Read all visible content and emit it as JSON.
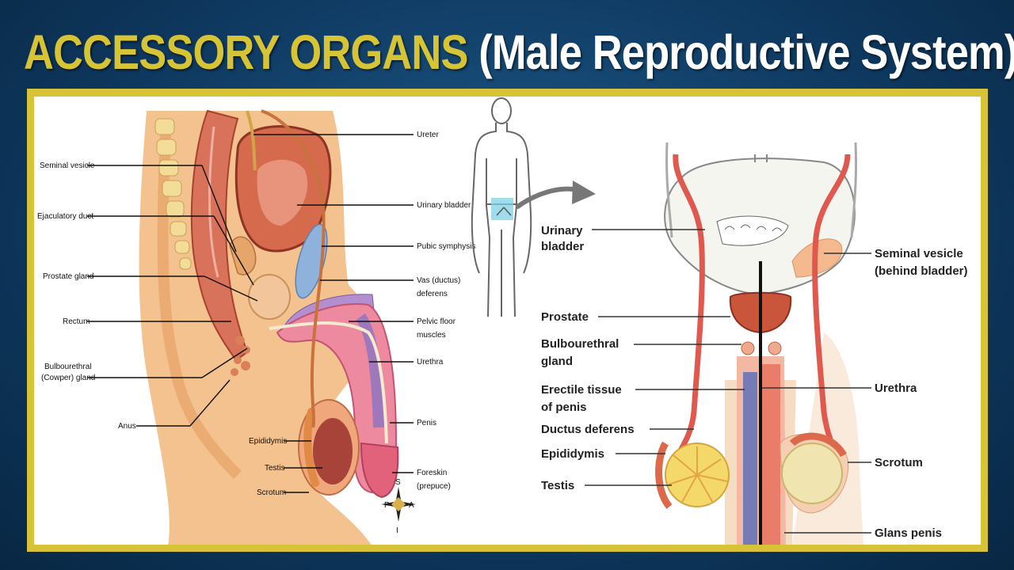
{
  "title": {
    "accent": "ACCESSORY ORGANS",
    "main": "(Male Reproductive System)"
  },
  "colors": {
    "background": "#0f3a62",
    "title_accent": "#d6c436",
    "title_main": "#ffffff",
    "frame": "#d8c338"
  },
  "left_diagram": {
    "left_labels": {
      "seminal_vesicle": "Seminal vesicle",
      "ejaculatory_duct": "Ejaculatory duct",
      "prostate_gland": "Prostate gland",
      "rectum": "Rectum",
      "bulbourethral_1": "Bulbourethral",
      "bulbourethral_2": "(Cowper) gland",
      "anus": "Anus",
      "epididymis": "Epididymis",
      "testis": "Testis",
      "scrotum": "Scrotum"
    },
    "right_labels": {
      "ureter": "Ureter",
      "urinary_bladder": "Urinary bladder",
      "pubic_symphysis": "Pubic symphysis",
      "vas_1": "Vas (ductus)",
      "vas_2": "deferens",
      "pelvic_1": "Pelvic floor",
      "pelvic_2": "muscles",
      "urethra": "Urethra",
      "penis": "Penis",
      "foreskin_1": "Foreskin",
      "foreskin_2": "(prepuce)"
    },
    "compass": {
      "s": "S",
      "p": "P",
      "a": "A",
      "i": "I"
    }
  },
  "right_diagram": {
    "left_labels": {
      "urinary_1": "Urinary",
      "urinary_2": "bladder",
      "prostate": "Prostate",
      "bulbo_1": "Bulbourethral",
      "bulbo_2": "gland",
      "erectile_1": "Erectile tissue",
      "erectile_2": "of penis",
      "ductus_deferens": "Ductus deferens",
      "epididymis": "Epididymis",
      "testis": "Testis"
    },
    "right_labels": {
      "seminal_1": "Seminal vesicle",
      "seminal_2": "(behind bladder)",
      "urethra": "Urethra",
      "scrotum": "Scrotum",
      "glans_penis": "Glans penis"
    }
  }
}
